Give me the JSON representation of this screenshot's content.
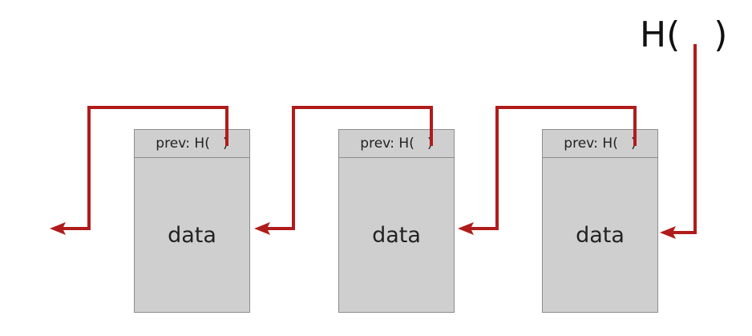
{
  "hash_pointer": {
    "label": "H(   )"
  },
  "blocks": [
    {
      "header": "prev: H(   )",
      "body": "data"
    },
    {
      "header": "prev: H(   )",
      "body": "data"
    },
    {
      "header": "prev: H(   )",
      "body": "data"
    }
  ],
  "colors": {
    "arrow": "#b01c1c",
    "block_fill": "#cfcfcf",
    "block_border": "#8d8d8d"
  }
}
